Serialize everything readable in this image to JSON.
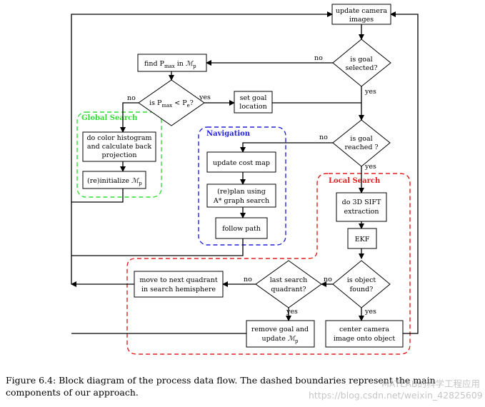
{
  "nodes": {
    "update_camera": [
      "update camera",
      "images"
    ],
    "goal_selected": [
      "is goal",
      "selected?"
    ],
    "find_pmax": [
      "find P",
      "max",
      " in ",
      "ℳ",
      "p"
    ],
    "pmax_check": [
      "is P",
      "max",
      " < P",
      "e",
      "?"
    ],
    "set_goal": [
      "set goal",
      "location"
    ],
    "goal_reached": [
      "is goal",
      "reached ?"
    ],
    "color_histogram": [
      "do color histogram",
      "and calculate back",
      "projection"
    ],
    "reinit": [
      "(re)initialize ",
      "ℳ",
      "p"
    ],
    "update_cost": [
      "update cost map"
    ],
    "replan": [
      "(re)plan using",
      "A* graph search"
    ],
    "follow_path": [
      "follow path"
    ],
    "sift": [
      "do 3D SIFT",
      "extraction"
    ],
    "ekf": [
      "EKF"
    ],
    "object_found": [
      "is object",
      "found?"
    ],
    "last_search": [
      "last search",
      "quadrant?"
    ],
    "move_next": [
      "move to next quadrant",
      "in search hemisphere"
    ],
    "remove_goal": [
      "remove goal and",
      "update ",
      "ℳ",
      "p"
    ],
    "center_camera": [
      "center camera",
      "image onto object"
    ]
  },
  "edge_labels": {
    "no": "no",
    "yes": "yes"
  },
  "groups": {
    "global": {
      "label": "Global Search",
      "color": "#33dd33"
    },
    "navigation": {
      "label": "Navigation",
      "color": "#2222dd"
    },
    "local": {
      "label": "Local Search",
      "color": "#dd2222"
    }
  },
  "caption": {
    "prefix": "Figure 6.4:",
    "text": "Block diagram of the process data flow.  The dashed boundaries represent the main",
    "line2": "components of our approach."
  },
  "watermark": {
    "line1": "MATLAB的科学工程应用",
    "line2": "https://blog.csdn.net/weixin_42825609"
  }
}
